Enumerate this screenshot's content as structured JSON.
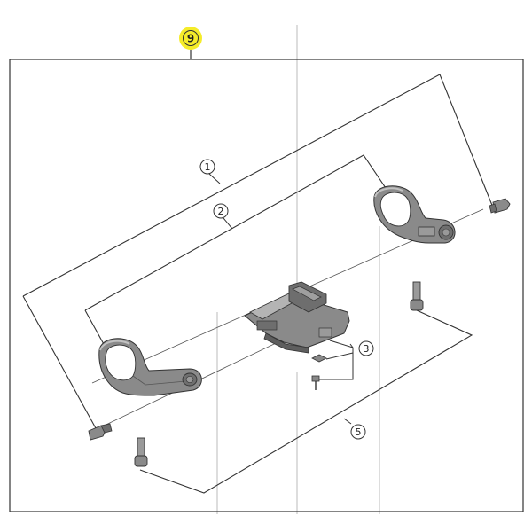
{
  "diagram": {
    "assembly": {
      "label": "9",
      "highlight_color": "#f5ec2a"
    },
    "callouts": [
      {
        "id": "c1",
        "label": "1"
      },
      {
        "id": "c2",
        "label": "2"
      },
      {
        "id": "c3",
        "label": "3"
      },
      {
        "id": "c5",
        "label": "5"
      }
    ],
    "colors": {
      "line": "#333333",
      "part_fill": "#8a8a8a",
      "part_dark": "#5e5e5e",
      "part_light": "#b4b4b4",
      "guide": "#999999"
    }
  }
}
